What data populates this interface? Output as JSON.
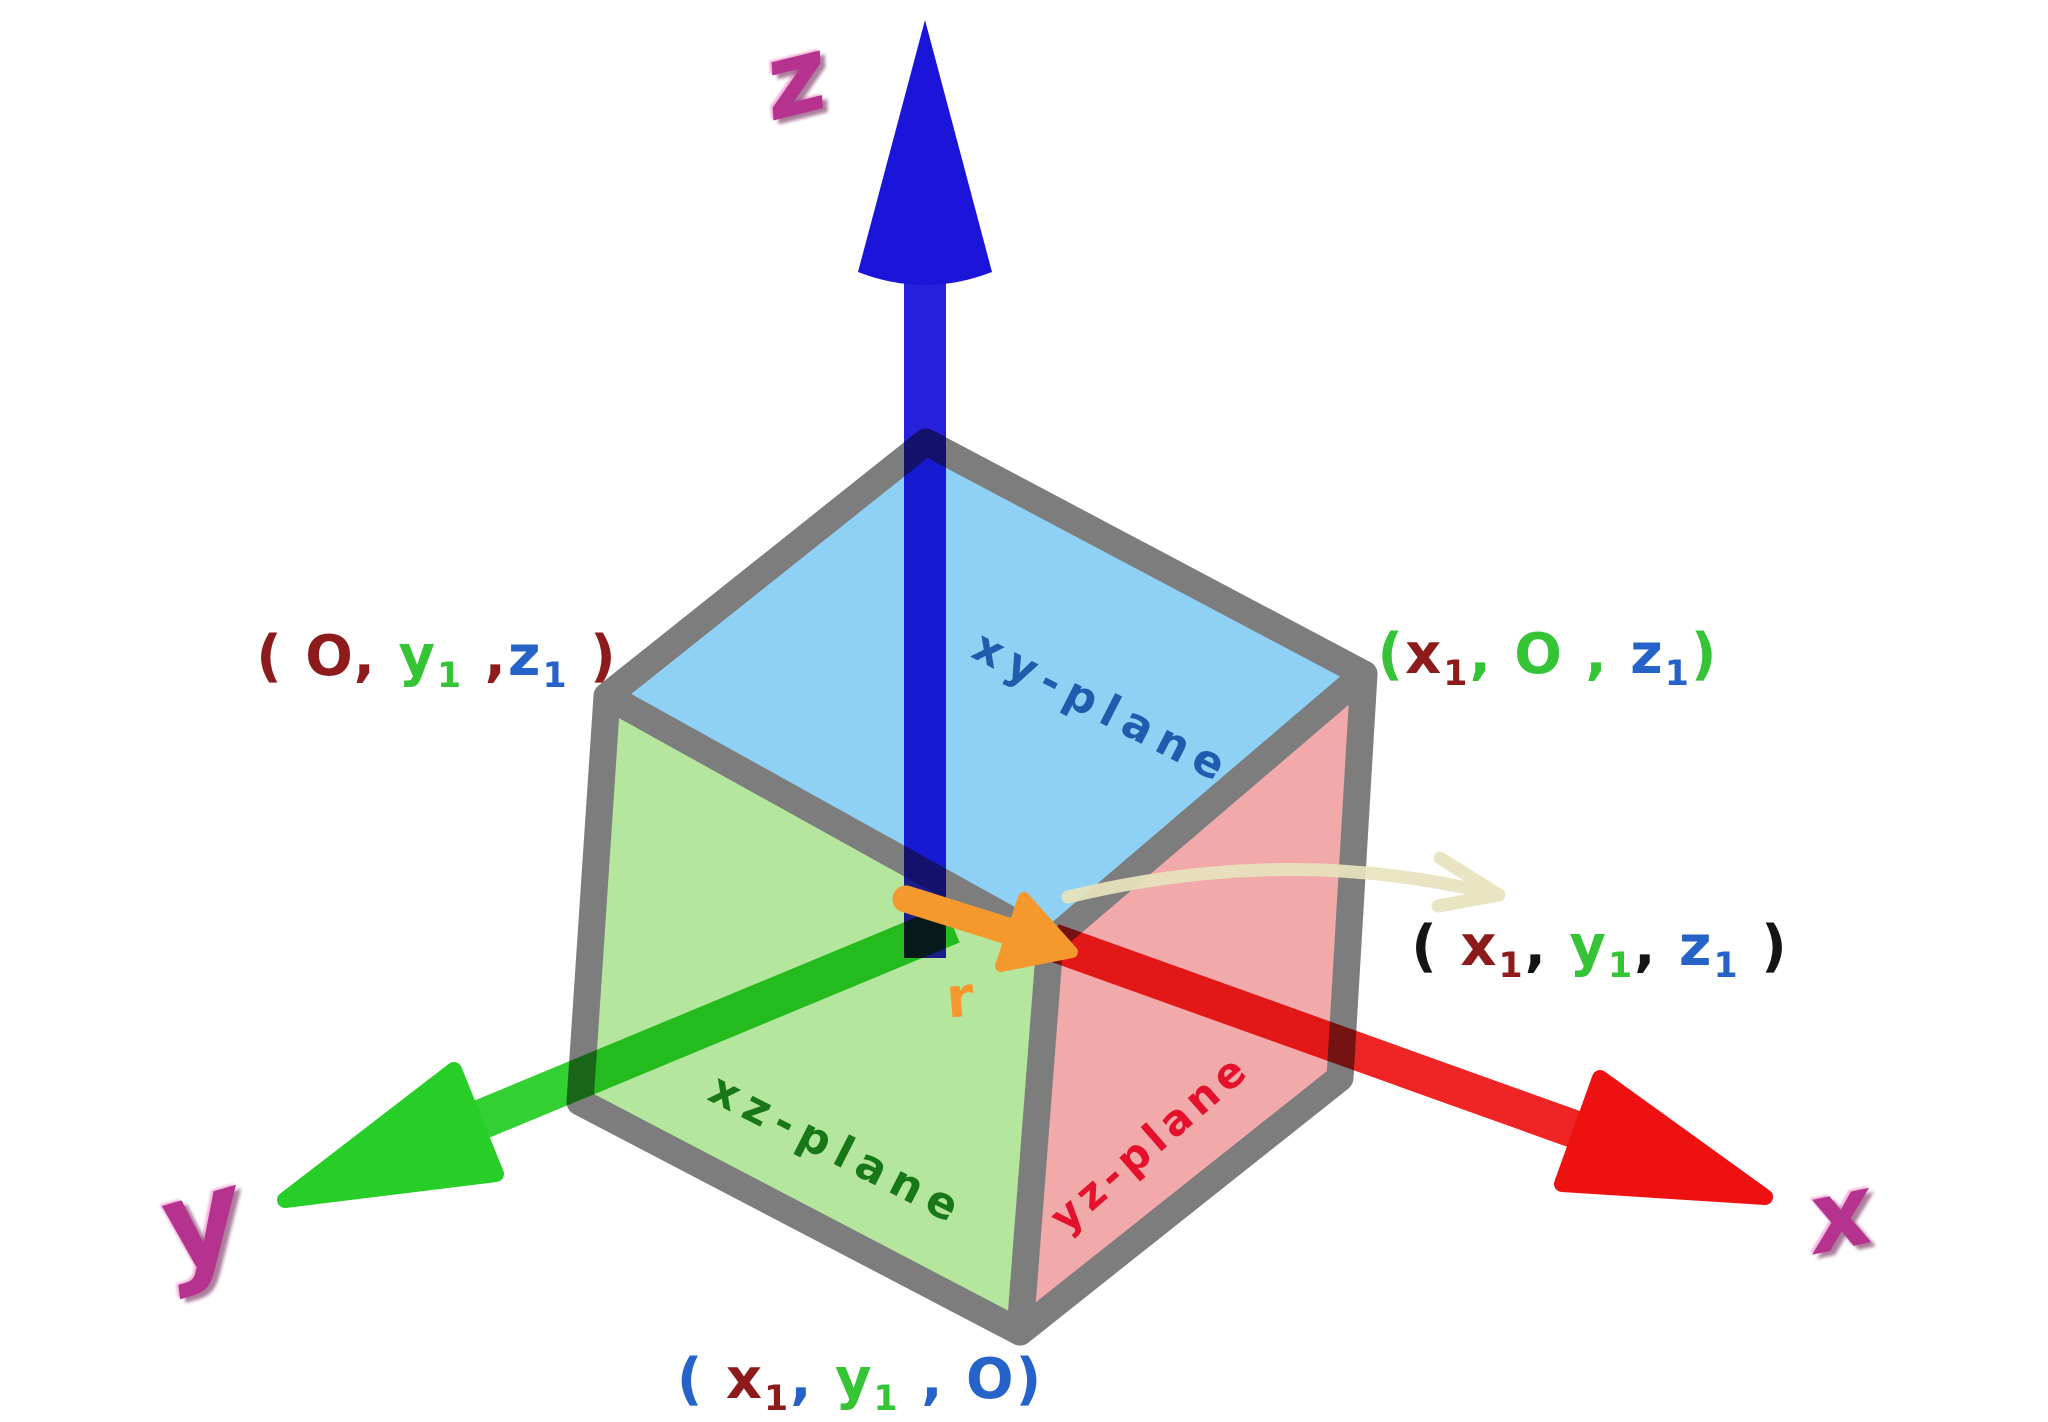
{
  "axes": {
    "x": {
      "label": "x",
      "color": "#ee1111"
    },
    "y": {
      "label": "y",
      "color": "#27ce27"
    },
    "z": {
      "label": "z",
      "color": "#1a15d8"
    }
  },
  "vector": {
    "label": "r",
    "color": "#f5992e"
  },
  "planes": {
    "xy": {
      "label": "xy-plane",
      "face_color": "#8fd0f5",
      "text_color": "#1f5cad"
    },
    "xz": {
      "label": "xz-plane",
      "face_color": "#b5e69e",
      "text_color": "#187818"
    },
    "yz": {
      "label": "yz-plane",
      "face_color": "#f2a9a9",
      "text_color": "#e3112b"
    }
  },
  "points": {
    "on_yz_plane": {
      "text": "( O, y1 ,z1 )",
      "parts": [
        {
          "t": "( O,",
          "c": "maroon"
        },
        {
          "t": " y",
          "c": "green"
        },
        {
          "t": "1",
          "c": "green",
          "sub": true
        },
        {
          "t": " ,",
          "c": "maroon"
        },
        {
          "t": "z",
          "c": "blue"
        },
        {
          "t": "1",
          "c": "blue",
          "sub": true
        },
        {
          "t": " )",
          "c": "maroon"
        }
      ]
    },
    "on_xz_plane": {
      "text": "(x1, O , z1)",
      "parts": [
        {
          "t": "(",
          "c": "green"
        },
        {
          "t": "x",
          "c": "maroon"
        },
        {
          "t": "1",
          "c": "maroon",
          "sub": true
        },
        {
          "t": ", ",
          "c": "green"
        },
        {
          "t": "O",
          "c": "green"
        },
        {
          "t": " , ",
          "c": "green"
        },
        {
          "t": "z",
          "c": "blue"
        },
        {
          "t": "1",
          "c": "blue",
          "sub": true
        },
        {
          "t": ")",
          "c": "green"
        }
      ]
    },
    "general_point": {
      "text": "( x1,  y1, z1 )",
      "parts": [
        {
          "t": "( ",
          "c": "black"
        },
        {
          "t": "x",
          "c": "maroon"
        },
        {
          "t": "1",
          "c": "maroon",
          "sub": true
        },
        {
          "t": ",  ",
          "c": "black"
        },
        {
          "t": "y",
          "c": "green"
        },
        {
          "t": "1",
          "c": "green",
          "sub": true
        },
        {
          "t": ", ",
          "c": "black"
        },
        {
          "t": "z",
          "c": "blue"
        },
        {
          "t": "1",
          "c": "blue",
          "sub": true
        },
        {
          "t": " )",
          "c": "black"
        }
      ]
    },
    "on_xy_plane": {
      "text": "( x1,  y1 , O)",
      "parts": [
        {
          "t": "( ",
          "c": "blue"
        },
        {
          "t": "x",
          "c": "maroon"
        },
        {
          "t": "1",
          "c": "maroon",
          "sub": true
        },
        {
          "t": ",  ",
          "c": "blue"
        },
        {
          "t": "y",
          "c": "green"
        },
        {
          "t": "1",
          "c": "green",
          "sub": true
        },
        {
          "t": " , ",
          "c": "blue"
        },
        {
          "t": "O)",
          "c": "blue"
        }
      ]
    }
  },
  "colors": {
    "edge_gray": "#7d7d7d",
    "text_maroon": "#8e1b1b",
    "text_green": "#35c435",
    "text_blue": "#2563c9",
    "text_black": "#151515",
    "axis_letter_magenta": "#b5338e",
    "annotation_beige": "#e8e3bd",
    "background": "#ffffff"
  }
}
